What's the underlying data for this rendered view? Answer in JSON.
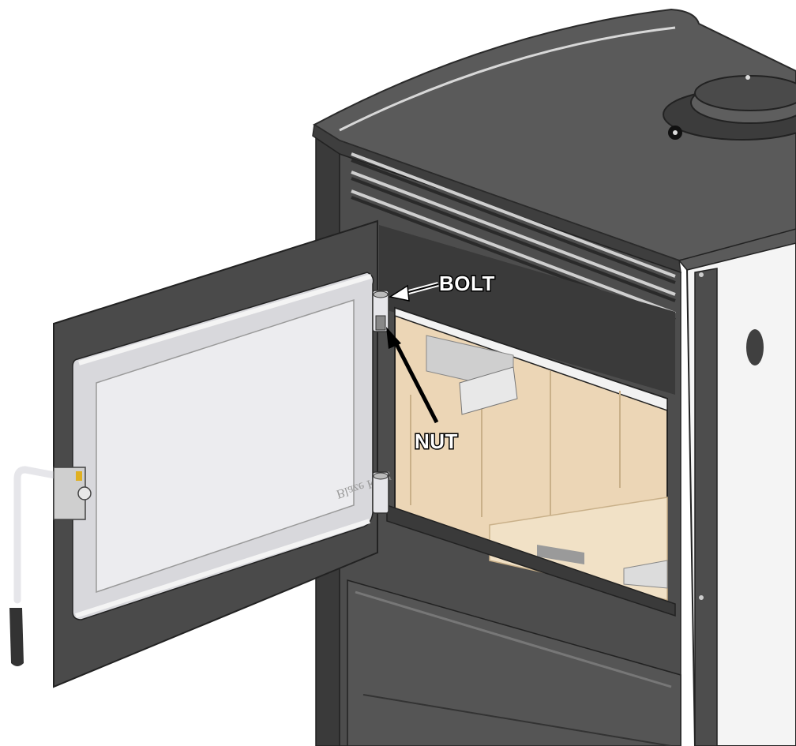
{
  "diagram": {
    "callouts": [
      {
        "id": "bolt",
        "label": "BOLT"
      },
      {
        "id": "nut",
        "label": "NUT"
      }
    ],
    "door_logo": "Blaze King"
  },
  "colors": {
    "stove_body": "#4d4d4d",
    "stove_dark": "#3a3a3a",
    "stove_top": "#5a5a5a",
    "door_panel": "#4a4a4a",
    "frame_silver": "#d8d8dc",
    "glass": "#ececef",
    "firebrick": "#ecd6b6",
    "side_panel": "#f4f4f4",
    "callout_fill": "#ffffff",
    "callout_outline": "#000000"
  }
}
